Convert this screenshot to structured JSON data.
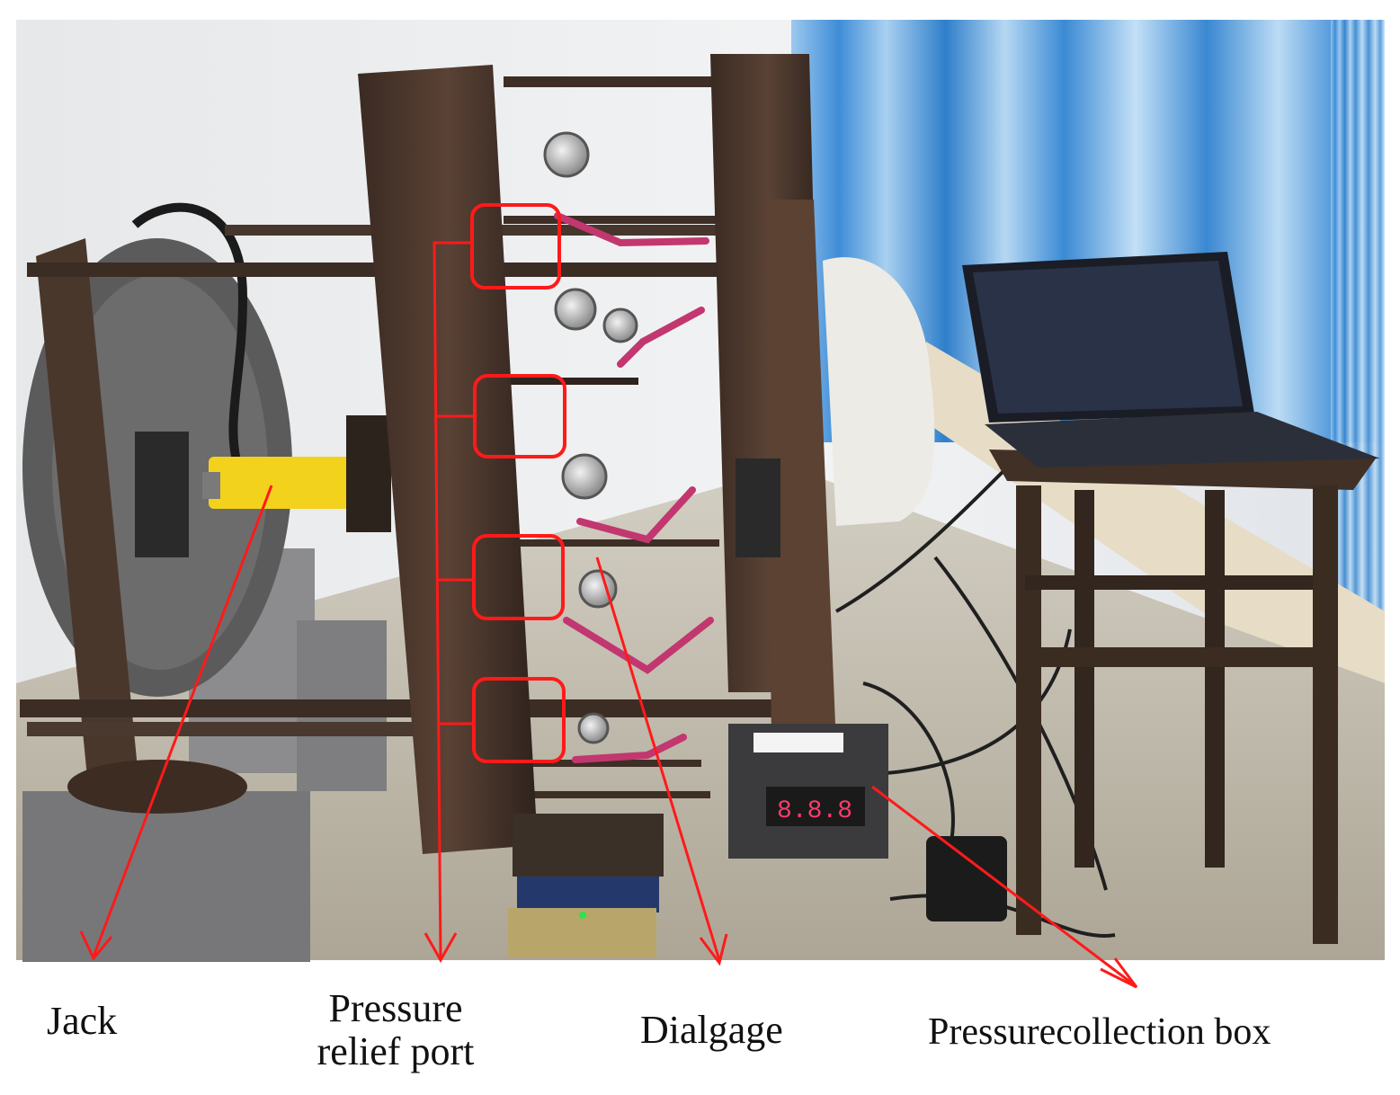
{
  "labels": {
    "jack": "Jack",
    "pressure_relief_port": "Pressure relief port",
    "dialgage": "Dialgage",
    "pressure_collection_box": "Pressurecollection box"
  },
  "display_reading": "8.8.8",
  "colors": {
    "annotation": "#ff1a1a",
    "steel": "#4a3428",
    "curtain": "#3d8fd6",
    "floor": "#b9b2a2",
    "jack_yellow": "#f2d21c"
  }
}
